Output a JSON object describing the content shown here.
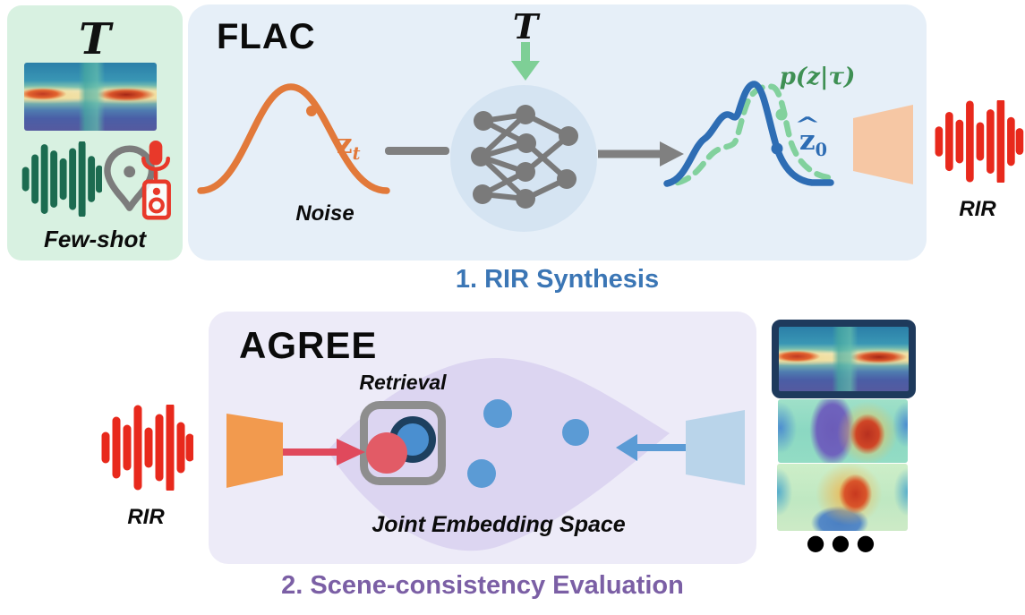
{
  "fewshot_panel": {
    "symbol": "T",
    "caption": "Few-shot",
    "icons": {
      "panorama": "scene-acoustic-map-thumbnail",
      "waveform": "audio-waveform-icon",
      "mic_location": "mic-location-icon"
    }
  },
  "flac_panel": {
    "title": "FLAC",
    "noise_caption": "Noise",
    "noise_latent": {
      "base": "z",
      "sub": "t"
    },
    "condition_symbol": "T",
    "posterior_label": "p(z|τ)",
    "denoised_latent": {
      "hat": "^",
      "base": "z",
      "sub": "0"
    },
    "icons": {
      "denoiser": "neural-network-icon",
      "decoder": "decoder-trapezoid"
    }
  },
  "stage1_caption": "1. RIR Synthesis",
  "rir_output": {
    "label": "RIR"
  },
  "rir_input": {
    "label": "RIR"
  },
  "agree_panel": {
    "title": "AGREE",
    "retrieval_caption": "Retrieval",
    "space_caption": "Joint Embedding Space",
    "icons": {
      "audio_encoder": "audio-encoder-trapezoid",
      "visual_encoder": "visual-encoder-trapezoid",
      "embedding_space": "embedding-space-blob"
    }
  },
  "gallery": {
    "ellipsis": "●●●"
  },
  "stage2_caption": "2. Scene-consistency Evaluation",
  "colors": {
    "fewshot_bg": "#d8f1e1",
    "flac_bg": "#e6eff8",
    "agree_bg": "#edebf8",
    "embedding_blob": "#dcd5f1",
    "noise_curve_orange": "#e2793a",
    "output_curve_blue": "#2e6db4",
    "posterior_curve_green": "#82d19d",
    "posterior_text_green": "#3f9054",
    "rir_red": "#e8291c",
    "fewshot_wave_green": "#1c6b50",
    "stage1_text": "#3b76b5",
    "stage2_text": "#7b5fa5",
    "audio_encoder_orange": "#f29a4e",
    "visual_encoder_blue": "#b9d4ea",
    "decoder_peach": "#f6c7a4",
    "retrieval_point_red": "#e25b66",
    "embedding_point_blue": "#5b9bd5",
    "ring_navy": "#1d405f",
    "highlight_border_navy": "#1e3a5c",
    "network_gray": "#7a7a7a",
    "condition_arrow_green": "#7ecf96"
  }
}
